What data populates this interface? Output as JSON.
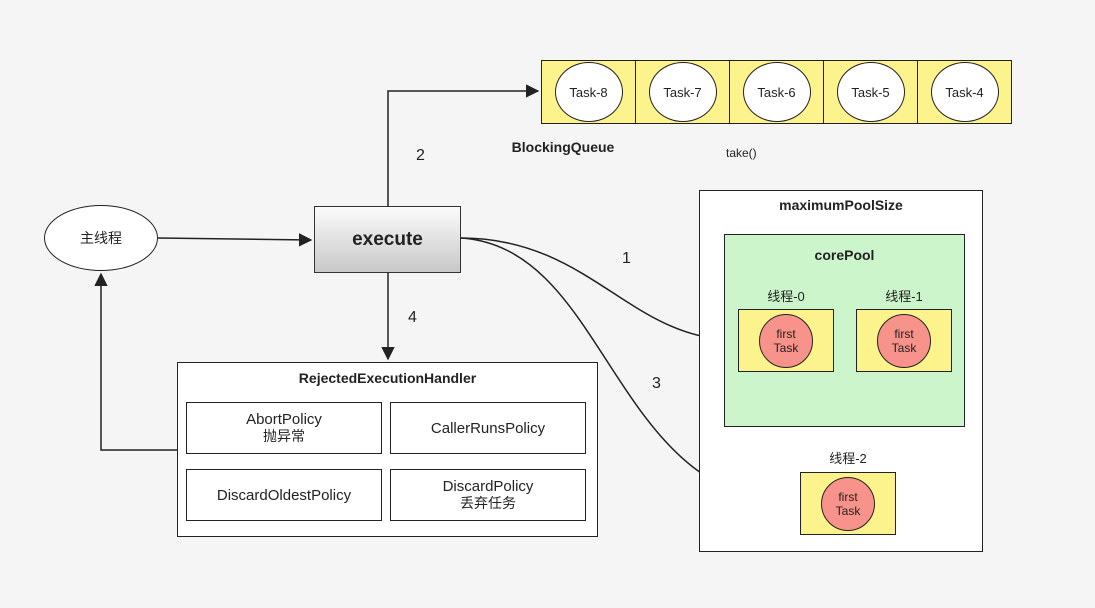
{
  "main_thread": {
    "label": "主线程"
  },
  "execute": {
    "label": "execute"
  },
  "queue": {
    "label": "BlockingQueue",
    "tasks": [
      "Task-8",
      "Task-7",
      "Task-6",
      "Task-5",
      "Task-4"
    ],
    "take_label": "take()"
  },
  "steps": {
    "s1": "1",
    "s2": "2",
    "s3": "3",
    "s4": "4"
  },
  "max_pool": {
    "label": "maximumPoolSize",
    "core_pool": {
      "label": "corePool",
      "threads": [
        {
          "name": "线程-0",
          "task_line1": "first",
          "task_line2": "Task"
        },
        {
          "name": "线程-1",
          "task_line1": "first",
          "task_line2": "Task"
        }
      ]
    },
    "extra_thread": {
      "name": "线程-2",
      "task_line1": "first",
      "task_line2": "Task"
    }
  },
  "reject_handler": {
    "label": "RejectedExecutionHandler",
    "policies": [
      {
        "name": "AbortPolicy",
        "note": "抛异常"
      },
      {
        "name": "CallerRunsPolicy",
        "note": ""
      },
      {
        "name": "DiscardOldestPolicy",
        "note": ""
      },
      {
        "name": "DiscardPolicy",
        "note": "丢弃任务"
      }
    ]
  },
  "colors": {
    "queue_fill": "#fdf38c",
    "core_pool_fill": "#cdf5cc",
    "task_circle_fill": "#f7938a",
    "line": "#222222"
  }
}
